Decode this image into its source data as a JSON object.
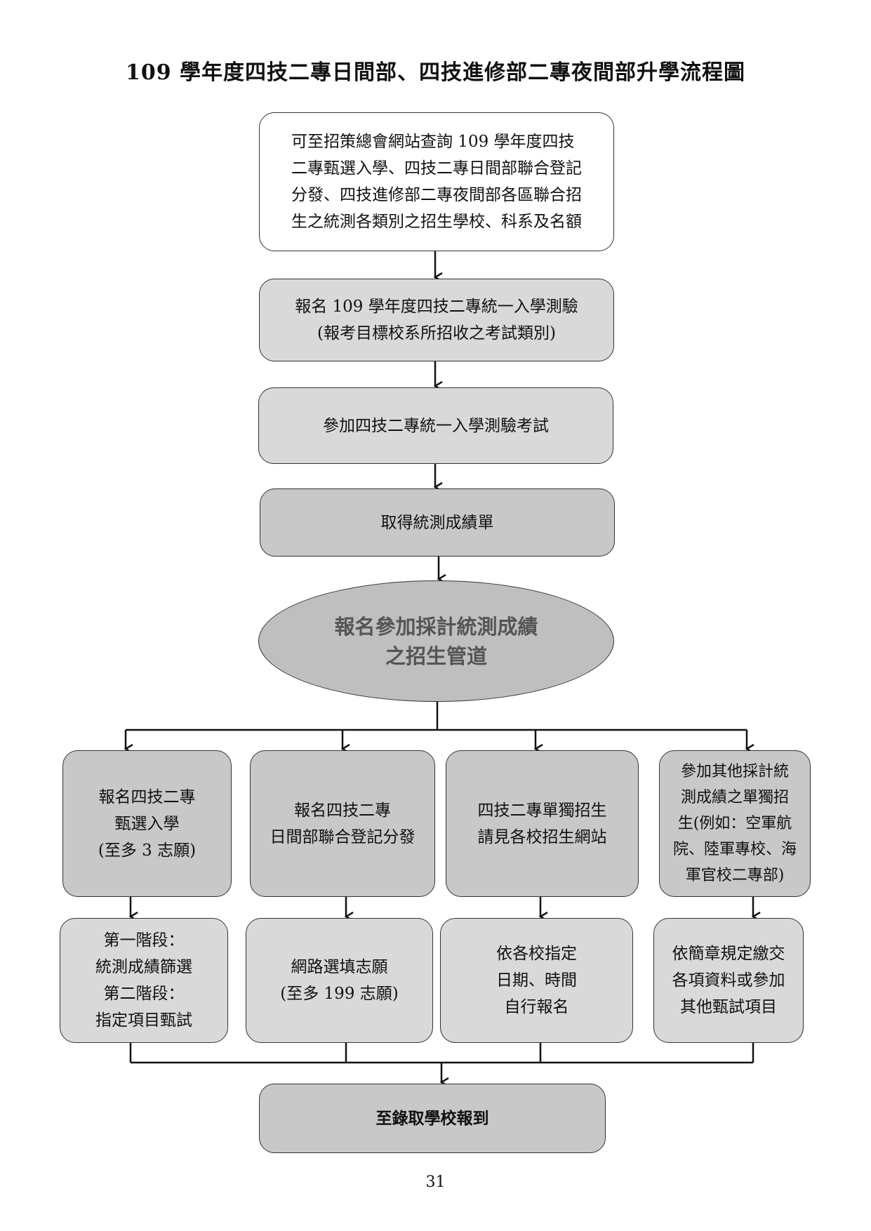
{
  "title": "109 學年度四技二專日間部、四技進修部二專夜間部升學流程圖",
  "steps": {
    "info": "可至招策總會網站查詢  109 學年度四技\n二專甄選入學、四技二專日間部聯合登記\n分發、四技進修部二專夜間部各區聯合招\n生之統測各類別之招生學校、科系及名額",
    "register_exam": "報名 109 學年度四技二專統一入學測驗\n(報考目標校系所招收之考試類別)",
    "take_exam": "參加四技二專統一入學測驗考試",
    "get_scores": "取得統測成績單",
    "channels": "報名參加採計統測成績\n之招生管道",
    "final": "至錄取學校報到"
  },
  "branches": [
    {
      "top": "報名四技二專\n甄選入學\n(至多 3 志願)",
      "bottom": "第一階段：\n統測成績篩選\n第二階段：\n指定項目甄試"
    },
    {
      "top": "報名四技二專\n日間部聯合登記分發",
      "bottom": "網路選填志願\n(至多 199 志願)"
    },
    {
      "top": "四技二專單獨招生\n請見各校招生網站",
      "bottom": "依各校指定\n日期、時間\n自行報名"
    },
    {
      "top": "參加其他採計統\n測成績之單獨招\n生(例如：空軍航\n院、陸軍專校、海\n軍官校二專部)",
      "bottom": "依簡章規定繳交\n各項資料或參加\n其他甄試項目"
    }
  ],
  "page_number": "31"
}
